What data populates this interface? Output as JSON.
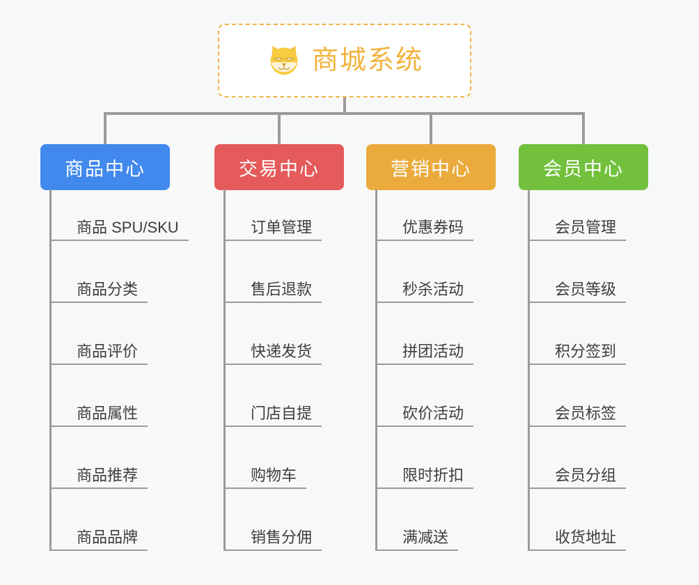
{
  "diagram": {
    "type": "org-chart",
    "background_color": "#f7f8f8",
    "line_color": "#9a9a9a",
    "root": {
      "title": "商城系统",
      "icon": "shiba-dog-face-icon",
      "text_color": "#f2b33e",
      "border_color": "#f0b44a",
      "background_color": "#ffffff",
      "border_style": "dashed"
    },
    "columns": [
      {
        "label": "商品中心",
        "color": "#4189ed",
        "items": [
          "商品 SPU/SKU",
          "商品分类",
          "商品评价",
          "商品属性",
          "商品推荐",
          "商品品牌"
        ]
      },
      {
        "label": "交易中心",
        "color": "#e55a5a",
        "items": [
          "订单管理",
          "售后退款",
          "快递发货",
          "门店自提",
          "购物车",
          "销售分佣"
        ]
      },
      {
        "label": "营销中心",
        "color": "#eaab3c",
        "items": [
          "优惠券码",
          "秒杀活动",
          "拼团活动",
          "砍价活动",
          "限时折扣",
          "满减送"
        ]
      },
      {
        "label": "会员中心",
        "color": "#72c03c",
        "items": [
          "会员管理",
          "会员等级",
          "积分签到",
          "会员标签",
          "会员分组",
          "收货地址"
        ]
      }
    ]
  }
}
